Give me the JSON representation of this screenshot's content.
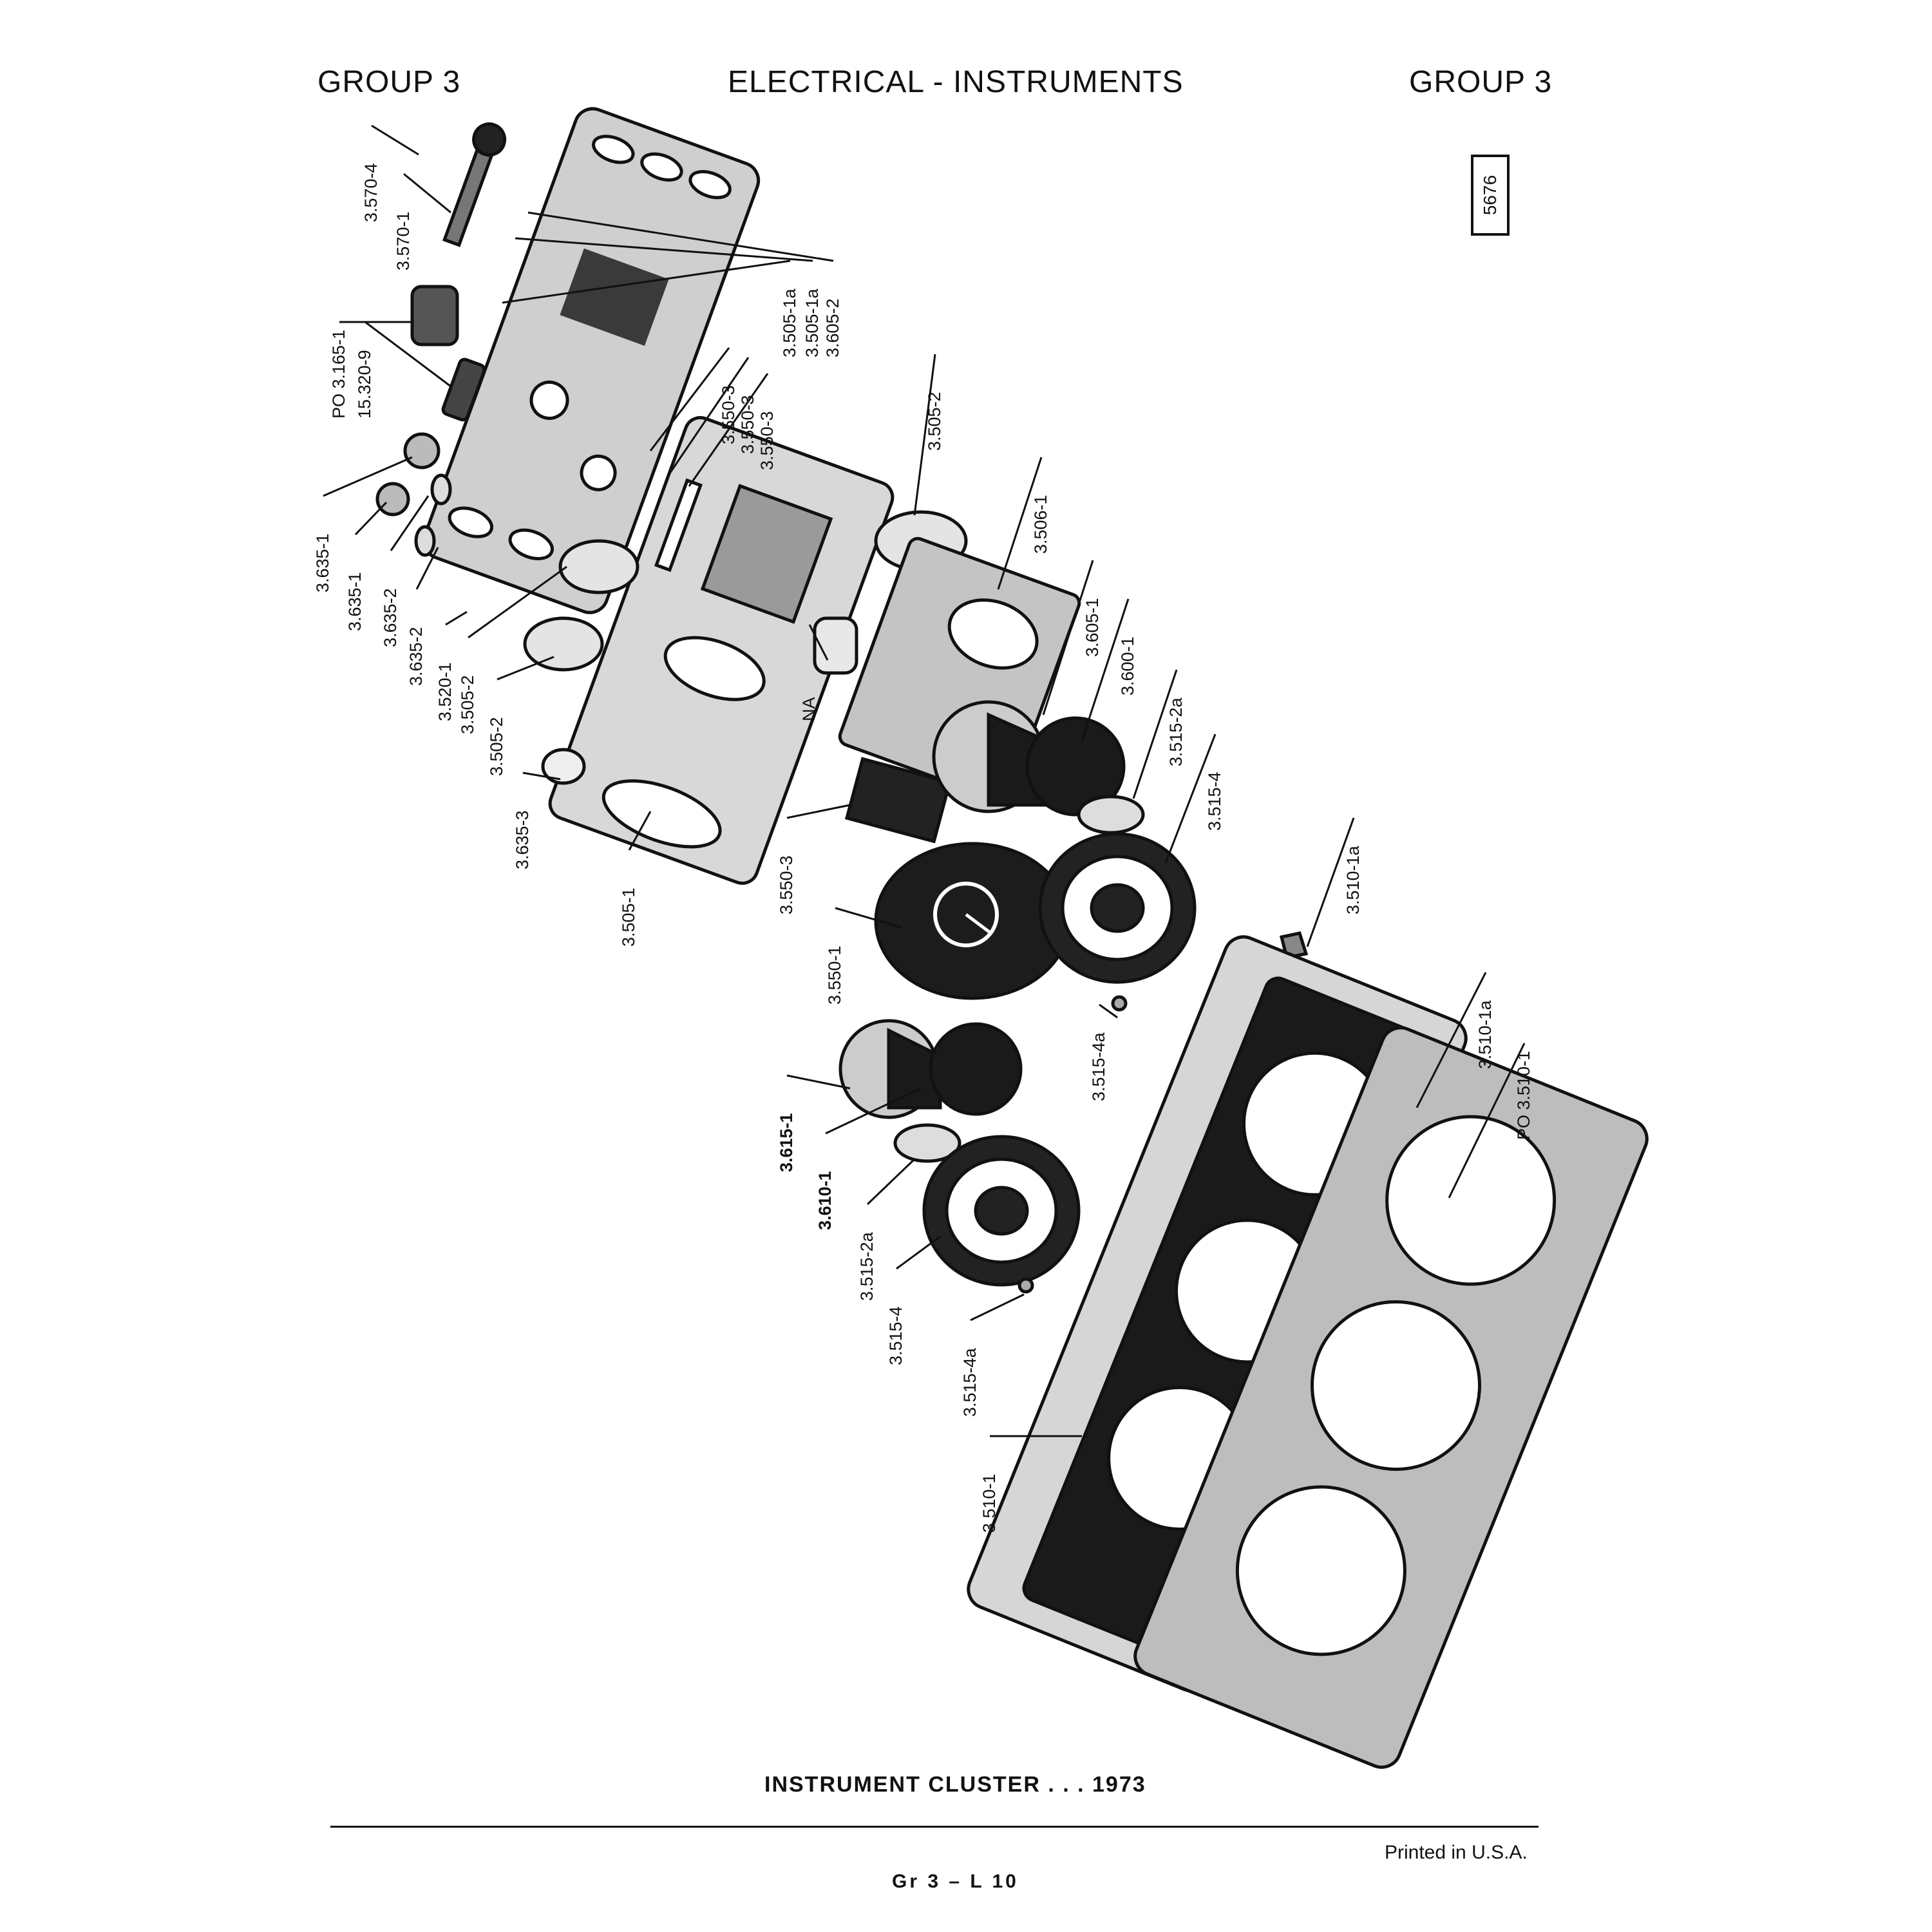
{
  "header": {
    "group_left": "GROUP 3",
    "section_title": "ELECTRICAL - INSTRUMENTS",
    "group_right": "GROUP 3",
    "sheet_number": "5676"
  },
  "diagram": {
    "callouts": [
      "3.570-4",
      "3.570-1",
      "PO 3.165-1",
      "15.320-9",
      "3.635-1",
      "3.635-1",
      "3.635-2",
      "3.635-2",
      "3.520-1",
      "3.505-2",
      "3.505-2",
      "3.635-3",
      "3.505-1a",
      "3.505-1a",
      "3.605-2",
      "3.550-3",
      "3.550-3",
      "3.550-3",
      "3.505-1",
      "3.505-2",
      "3.506-1",
      "NA",
      "3.605-1",
      "3.600-1",
      "3.515-2a",
      "3.515-4",
      "3.550-3",
      "3.550-1",
      "3.510-1a",
      "3.515-4a",
      "3.615-1",
      "3.610-1",
      "3.515-2a",
      "3.515-4",
      "3.515-4a",
      "3.510-1",
      "3.510-1a",
      "PO 3.510-1"
    ]
  },
  "footer": {
    "caption": "INSTRUMENT CLUSTER . . . 1973",
    "printed": "Printed in U.S.A.",
    "page": "Gr 3 – L 10"
  }
}
